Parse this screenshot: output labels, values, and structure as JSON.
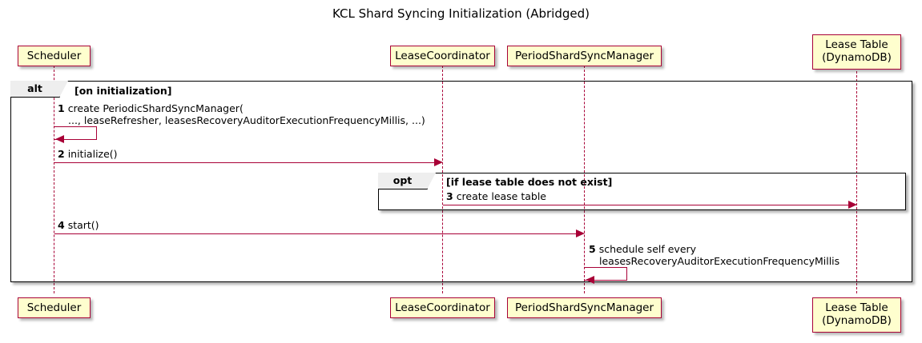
{
  "diagram": {
    "kind": "uml-sequence-diagram",
    "title": "KCL Shard Syncing Initialization (Abridged)",
    "colors": {
      "participant_fill": "#FEFECE",
      "participant_border": "#A80036",
      "lifeline": "#A80036",
      "arrow": "#A80036",
      "fragment_border": "#000000",
      "fragment_label_fill": "#EEEEEE",
      "text": "#000000",
      "background": "#FFFFFF"
    }
  },
  "participants": [
    {
      "id": "scheduler",
      "label": "Scheduler",
      "line1": "Scheduler",
      "line2": ""
    },
    {
      "id": "leasecoordinator",
      "label": "LeaseCoordinator",
      "line1": "LeaseCoordinator",
      "line2": ""
    },
    {
      "id": "periodshardsyncmanager",
      "label": "PeriodShardSyncManager",
      "line1": "PeriodShardSyncManager",
      "line2": ""
    },
    {
      "id": "leasetable",
      "label": "Lease Table (DynamoDB)",
      "line1": "Lease Table",
      "line2": "(DynamoDB)"
    }
  ],
  "fragments": [
    {
      "id": "alt",
      "operator": "alt",
      "guard": "[on initialization]"
    },
    {
      "id": "opt",
      "operator": "opt",
      "guard": "[if lease table does not exist]"
    }
  ],
  "messages": [
    {
      "number": "1",
      "from": "scheduler",
      "to": "scheduler",
      "self": true,
      "line1": "create PeriodicShardSyncManager(",
      "line2": "..., leaseRefresher, leasesRecoveryAuditorExecutionFrequencyMillis, ...)"
    },
    {
      "number": "2",
      "from": "scheduler",
      "to": "leasecoordinator",
      "self": false,
      "line1": "initialize()",
      "line2": ""
    },
    {
      "number": "3",
      "from": "leasecoordinator",
      "to": "leasetable",
      "self": false,
      "line1": "create lease table",
      "line2": ""
    },
    {
      "number": "4",
      "from": "scheduler",
      "to": "periodshardsyncmanager",
      "self": false,
      "line1": "start()",
      "line2": ""
    },
    {
      "number": "5",
      "from": "periodshardsyncmanager",
      "to": "periodshardsyncmanager",
      "self": true,
      "line1": "schedule self every",
      "line2": "leasesRecoveryAuditorExecutionFrequencyMillis"
    }
  ]
}
